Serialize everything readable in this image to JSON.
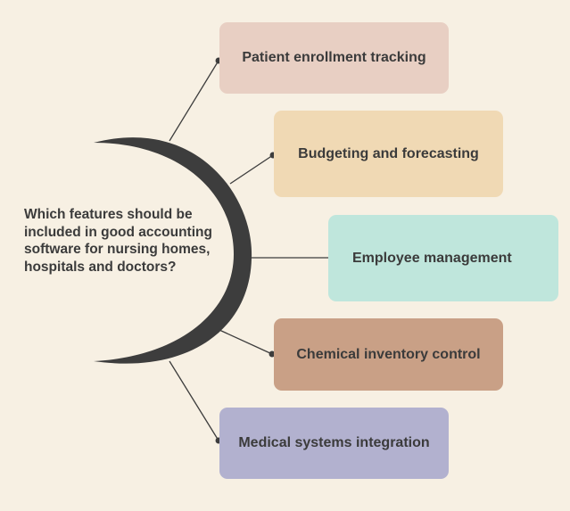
{
  "question": "Which features should be included in good accounting software for nursing homes, hospitals and doctors?",
  "features": [
    {
      "label": "Patient enrollment tracking",
      "color": "#e8cfc3"
    },
    {
      "label": "Budgeting and forecasting",
      "color": "#f0d9b4"
    },
    {
      "label": "Employee management",
      "color": "#bfe6dc"
    },
    {
      "label": "Chemical inventory control",
      "color": "#c9a086"
    },
    {
      "label": "Medical systems integration",
      "color": "#b2b1cf"
    }
  ]
}
